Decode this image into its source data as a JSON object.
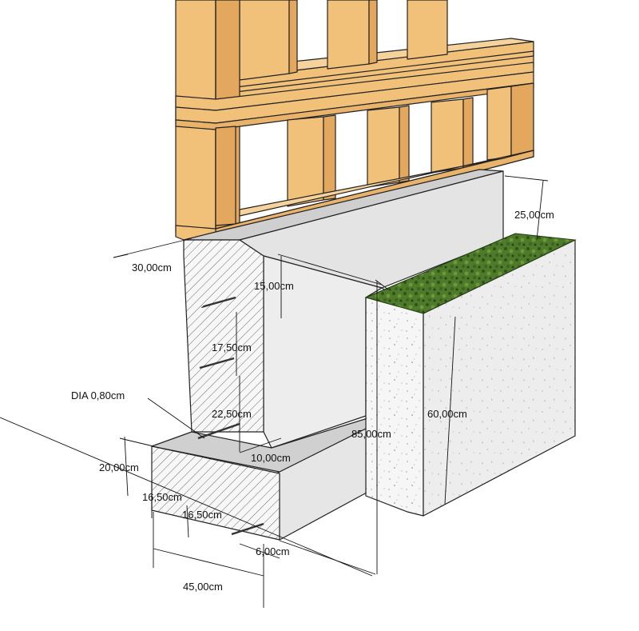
{
  "colors": {
    "wood_front": "#F1C17A",
    "wood_side": "#E3A85E",
    "wood_top": "#F6D39C",
    "concrete_front": "#E4E4E4",
    "concrete_top": "#CFCFCF",
    "concrete_side": "#F2F2F2",
    "insulation_front": "#F6F6F6",
    "insulation_side": "#ECECEC",
    "grass": "#4F7A2A",
    "grass_dark": "#2E5418",
    "line": "#111111"
  },
  "dimensions": {
    "d_30": "30,00cm",
    "d_25": "25,00cm",
    "d_15": "15,00cm",
    "d_17": "17,50cm",
    "d_dia": "DIA 0,80cm",
    "d_22": "22,50cm",
    "d_10": "10,00cm",
    "d_85": "85,00cm",
    "d_60": "60,00cm",
    "d_20": "20,00cm",
    "d_16a": "16,50cm",
    "d_16b": "16,50cm",
    "d_6": "6,00cm",
    "d_45": "45,00cm"
  }
}
